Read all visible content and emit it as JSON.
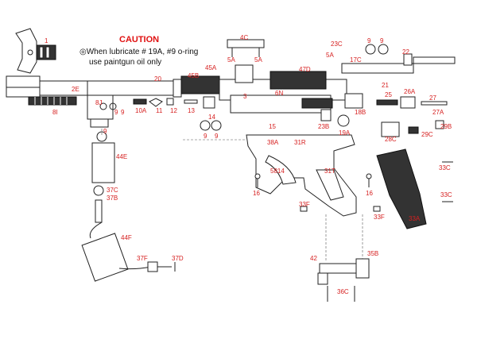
{
  "caution": {
    "title": "CAUTION",
    "line1": "◎When lubricate # 19A, #9 o-ring",
    "line2": "use paintgun oil only"
  },
  "labels": [
    "1",
    "2E",
    "8I",
    "8J",
    "9",
    "9",
    "10A",
    "11",
    "12",
    "13",
    "14",
    "9",
    "9",
    "20",
    "45B",
    "45A",
    "3",
    "4C",
    "5A",
    "5A",
    "47D",
    "6N",
    "15",
    "5A",
    "23C",
    "9",
    "9",
    "17C",
    "22",
    "21",
    "18B",
    "25",
    "26A",
    "27",
    "27A",
    "19A",
    "23B",
    "29B",
    "28C",
    "29C",
    "38A",
    "31R",
    "5814",
    "31T",
    "16",
    "16",
    "33C",
    "33C",
    "37C",
    "37B",
    "44E",
    "44F",
    "37F",
    "37D",
    "42",
    "35B",
    "36C",
    "33F",
    "33F",
    "33A",
    "9"
  ]
}
